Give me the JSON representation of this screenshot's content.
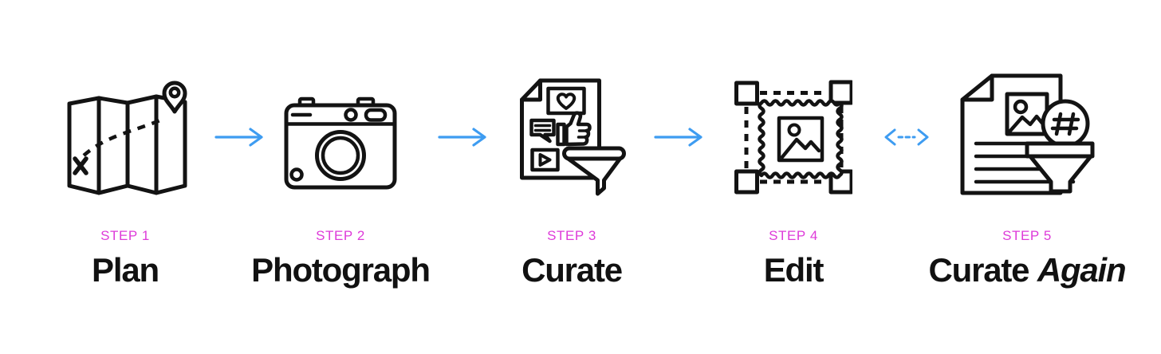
{
  "diagram": {
    "type": "workflow-steps",
    "step_count": 5,
    "orientation": "horizontal"
  },
  "colors": {
    "step_label_pink": "#DE3BD9",
    "arrow_blue": "#3E9CF1",
    "icon_black": "#131313",
    "background": "#ffffff"
  },
  "steps": [
    {
      "label": "STEP 1",
      "title": "Plan",
      "title_italic": "",
      "icon": "treasure-map-icon"
    },
    {
      "label": "STEP 2",
      "title": "Photograph",
      "title_italic": "",
      "icon": "camera-icon"
    },
    {
      "label": "STEP 3",
      "title": "Curate",
      "title_italic": "",
      "icon": "document-reactions-funnel-icon"
    },
    {
      "label": "STEP 4",
      "title": "Edit",
      "title_italic": "",
      "icon": "image-selection-handles-icon"
    },
    {
      "label": "STEP 5",
      "title": "Curate ",
      "title_italic": "Again",
      "icon": "document-hashtag-funnel-icon"
    }
  ],
  "connectors": [
    {
      "from": "STEP 1",
      "to": "STEP 2",
      "type": "solid-arrow-right"
    },
    {
      "from": "STEP 2",
      "to": "STEP 3",
      "type": "solid-arrow-right"
    },
    {
      "from": "STEP 3",
      "to": "STEP 4",
      "type": "solid-arrow-right"
    },
    {
      "from": "STEP 4",
      "to": "STEP 5",
      "type": "dashed-double-arrow"
    }
  ]
}
